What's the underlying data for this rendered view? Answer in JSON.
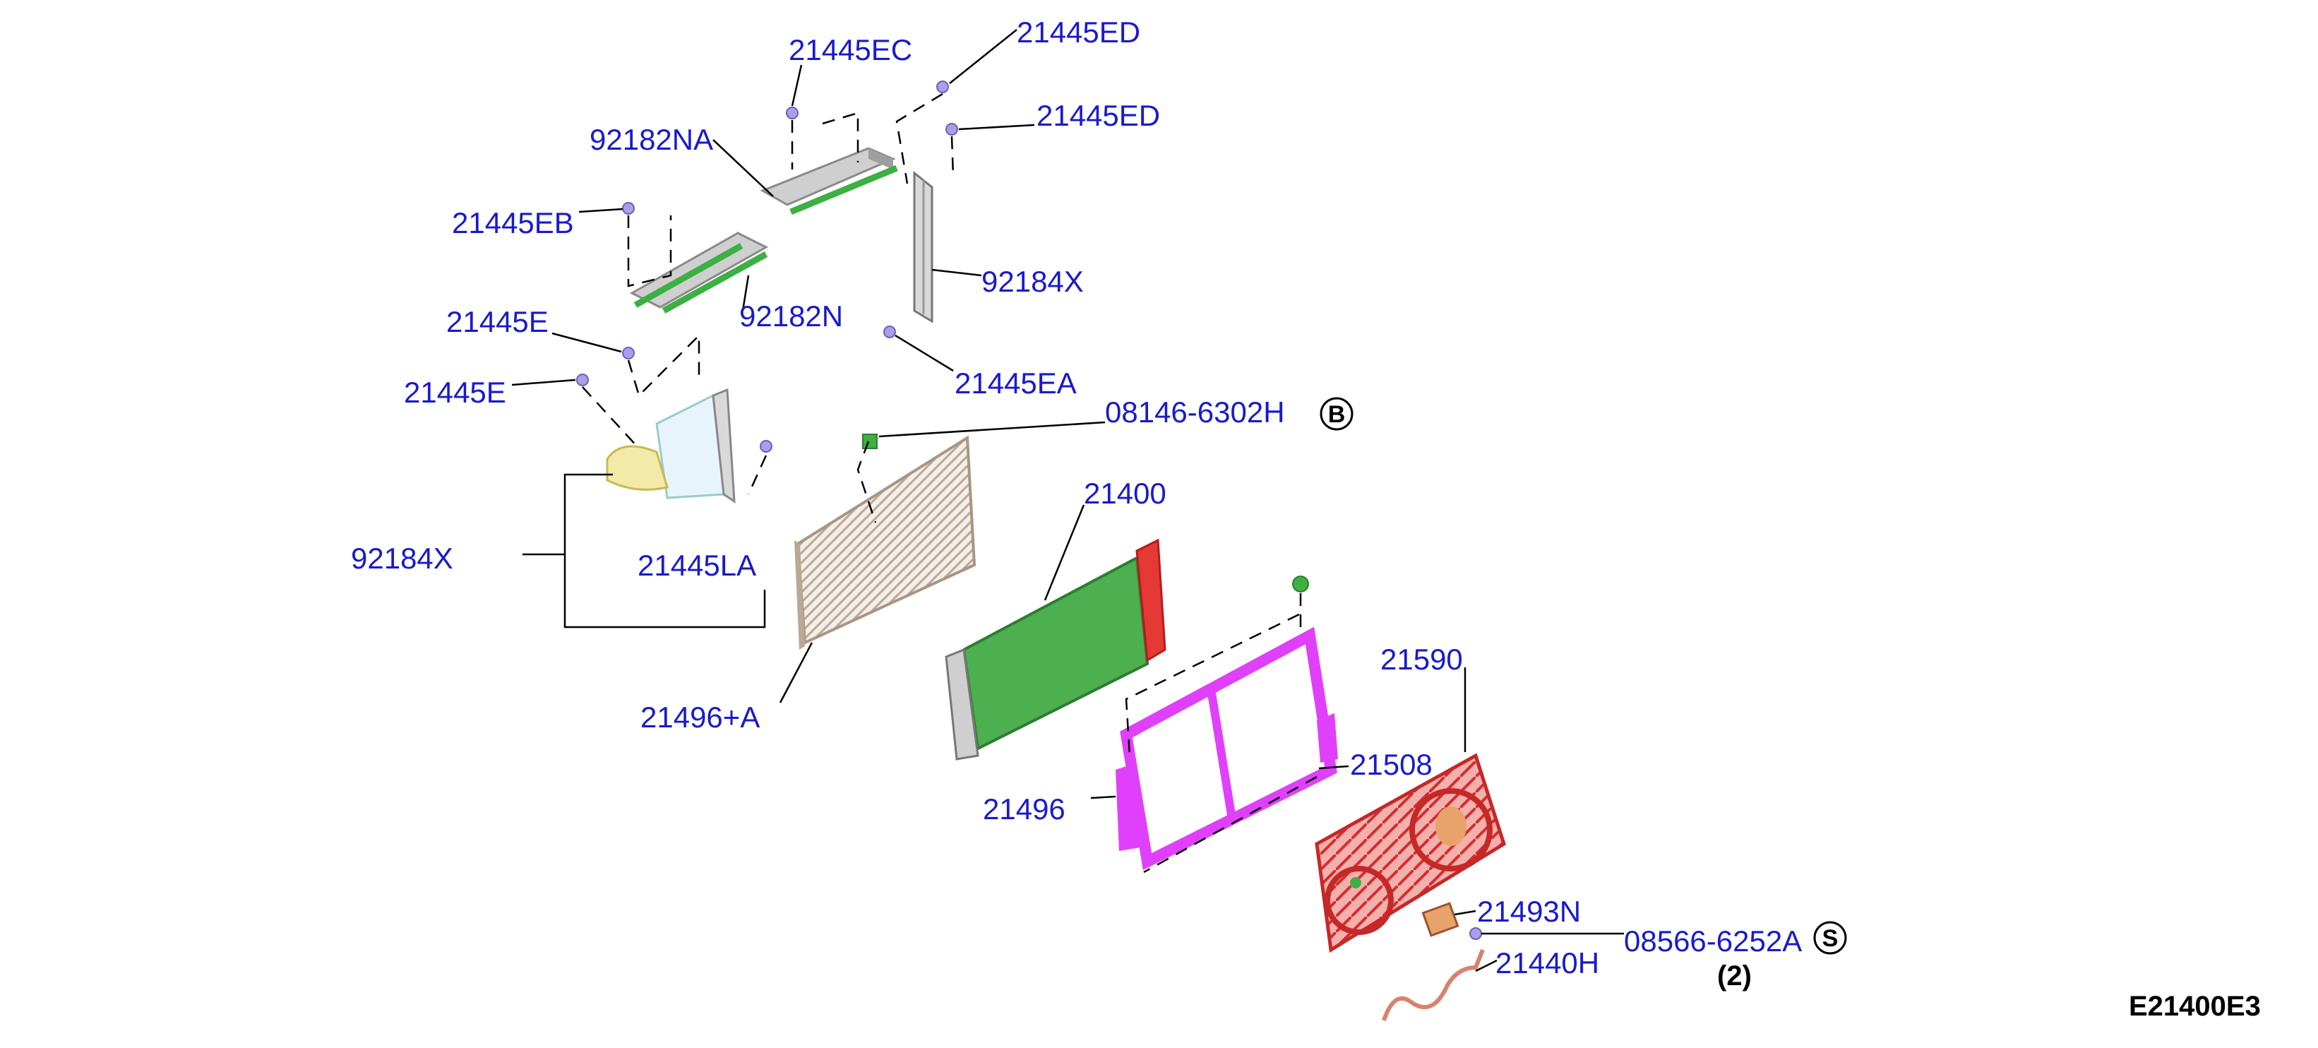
{
  "colors": {
    "callout": "#1a1acc",
    "leader": "#000000",
    "bracket_gray": "#bdbdbd",
    "flange_green": "#3cb043",
    "condenser_green": "#4caf50",
    "shroud_magenta": "#e040fb",
    "fan_red": "#e53935",
    "seal_yellow": "#f3e9a8",
    "mesh_tan": "#c8b8a8",
    "clip_lavender": "#a99fe6"
  },
  "labels": {
    "p21445EC": "21445EC",
    "p21445ED_top": "21445ED",
    "p21445ED_mid": "21445ED",
    "p92182NA": "92182NA",
    "p21445EB": "21445EB",
    "p92184X": "92184X",
    "p92182N": "92182N",
    "p21445E_upper": "21445E",
    "p21445EA": "21445EA",
    "p21445E_lower": "21445E",
    "p08146_6302H": "08146-6302H",
    "sym_B": "B",
    "p21400": "21400",
    "p92184X_lower": "92184X",
    "p21445LA": "21445LA",
    "p21590": "21590",
    "p21496A": "21496+A",
    "p21508": "21508",
    "p21496": "21496",
    "p21493N": "21493N",
    "p08566_6252A": "08566-6252A",
    "sym_S": "S",
    "qty_2": "(2)",
    "p21440H": "21440H",
    "figure_id": "E21400E3"
  },
  "icons": {
    "bracket": "upper-air-guide-bracket",
    "side_seal": "side-seal-plate",
    "mesh": "radiator-mesh-guard",
    "condenser": "condenser-radiator-core",
    "shroud": "fan-shroud-frame",
    "fan": "cooling-fan-motor-assembly",
    "harness": "fan-wiring-harness",
    "clip": "push-clip"
  }
}
